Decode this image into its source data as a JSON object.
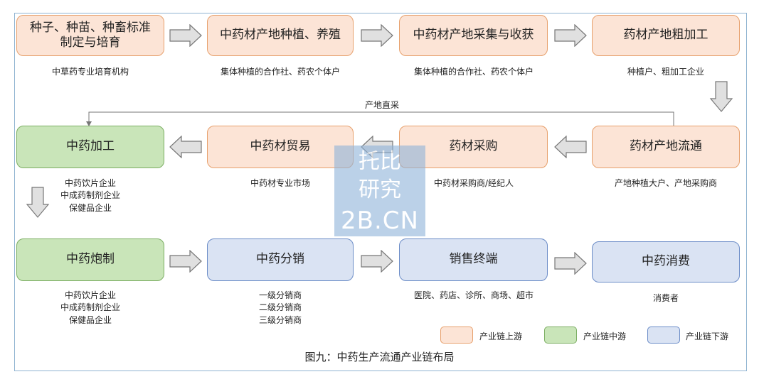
{
  "boxes": {
    "b1": "种子、种苗、种畜标准\n制定与培育",
    "b2": "中药材产地种植、养殖",
    "b3": "中药材产地采集与收获",
    "b4": "药材产地粗加工",
    "b5": "中药加工",
    "b6": "中药材贸易",
    "b7": "药材采购",
    "b8": "药材产地流通",
    "b9": "中药炮制",
    "b10": "中药分销",
    "b11": "销售终端",
    "b12": "中药消费"
  },
  "subs": {
    "s1": "中草药专业培育机构",
    "s2": "集体种植的合作社、药农个体户",
    "s3": "集体种植的合作社、药农个体户",
    "s4": "种植户、粗加工企业",
    "s5": "中药饮片企业\n中成药制剂企业\n保健品企业",
    "s6": "中药材专业市场",
    "s7": "中药材采购商/经纪人",
    "s8": "产地种植大户、产地采购商",
    "s9": "中药饮片企业\n中成药制剂企业\n保健品企业",
    "s10": "一级分销商\n二级分销商\n三级分销商",
    "s11": "医院、药店、诊所、商场、超市",
    "s12": "消费者"
  },
  "direct_label": "产地直采",
  "legend": {
    "upstream": "产业链上游",
    "midstream": "产业链中游",
    "downstream": "产业链下游"
  },
  "caption": "图九：中药生产流通产业链布局",
  "watermark": {
    "line1": "托比",
    "line2": "研究",
    "line3": "2B.CN"
  },
  "colors": {
    "upstream_fill": "#fce4d6",
    "upstream_border": "#e7a06c",
    "midstream_fill": "#c9e5b9",
    "midstream_border": "#7cae63",
    "downstream_fill": "#dae3f3",
    "downstream_border": "#6b8cc7"
  }
}
